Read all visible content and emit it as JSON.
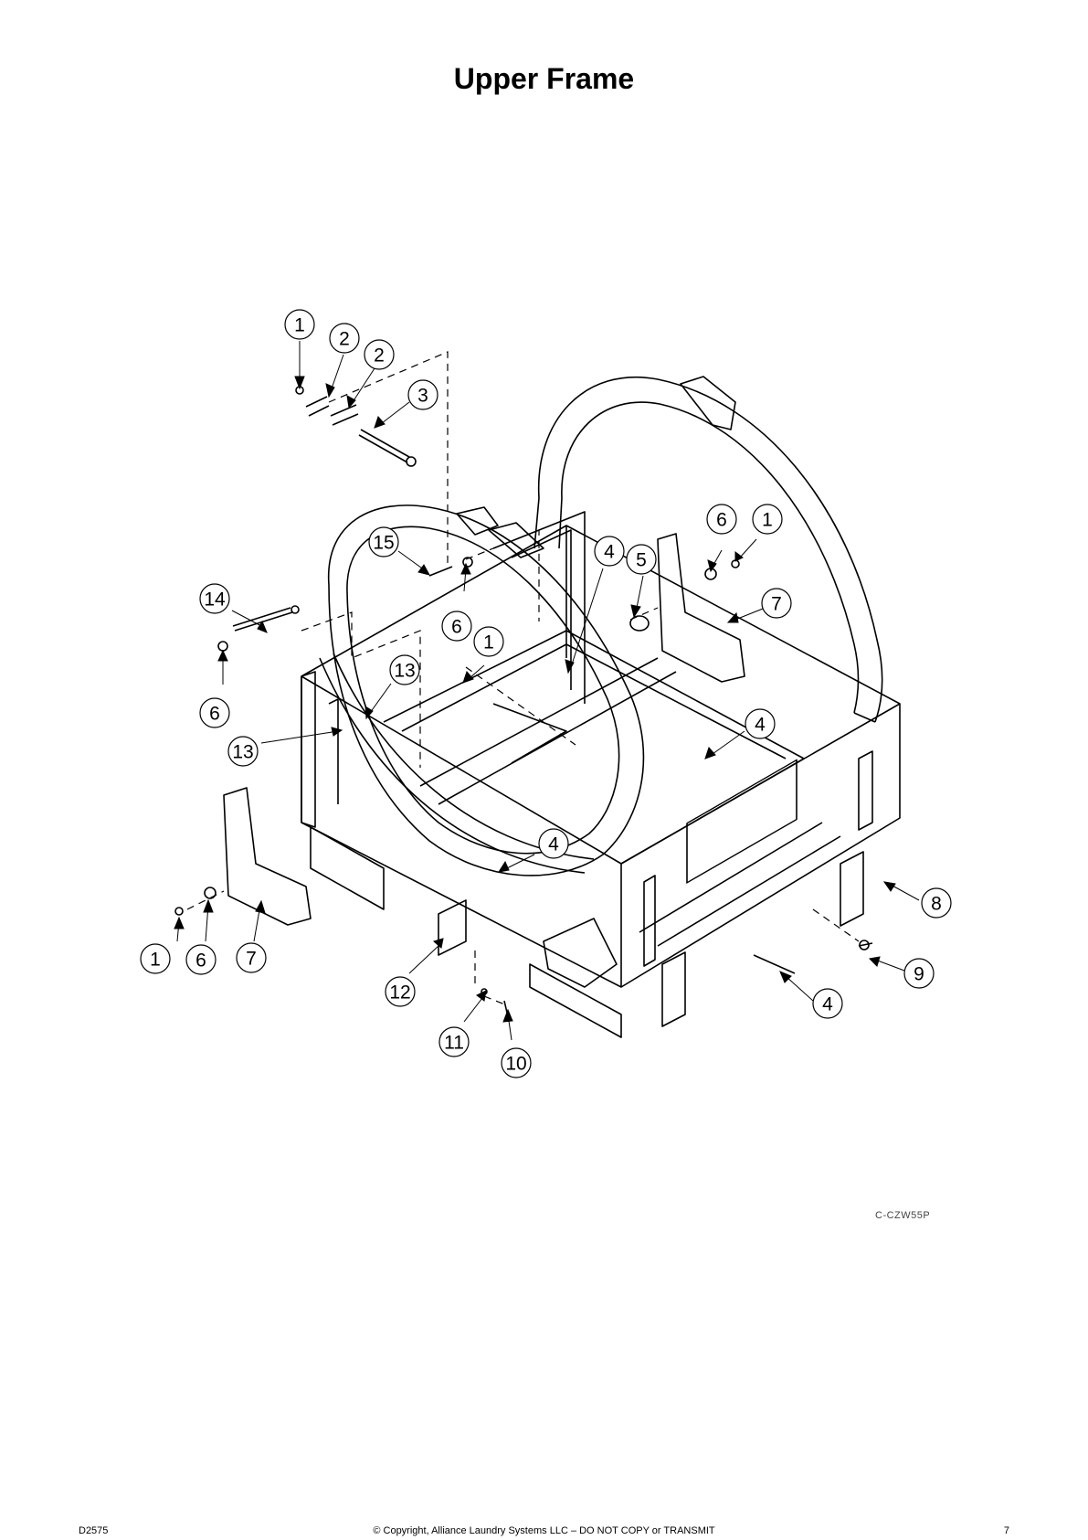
{
  "title": "Upper Frame",
  "drawing_code": "C-CZW55P",
  "footer": {
    "doc_number": "D2575",
    "copyright": "© Copyright, Alliance Laundry Systems LLC – DO NOT COPY or TRANSMIT",
    "page_number": "7"
  },
  "callouts": [
    "1",
    "2",
    "2",
    "3",
    "15",
    "4",
    "5",
    "6",
    "1",
    "14",
    "6",
    "7",
    "1",
    "13",
    "6",
    "13",
    "4",
    "4",
    "8",
    "1",
    "6",
    "7",
    "9",
    "12",
    "4",
    "11",
    "10"
  ]
}
